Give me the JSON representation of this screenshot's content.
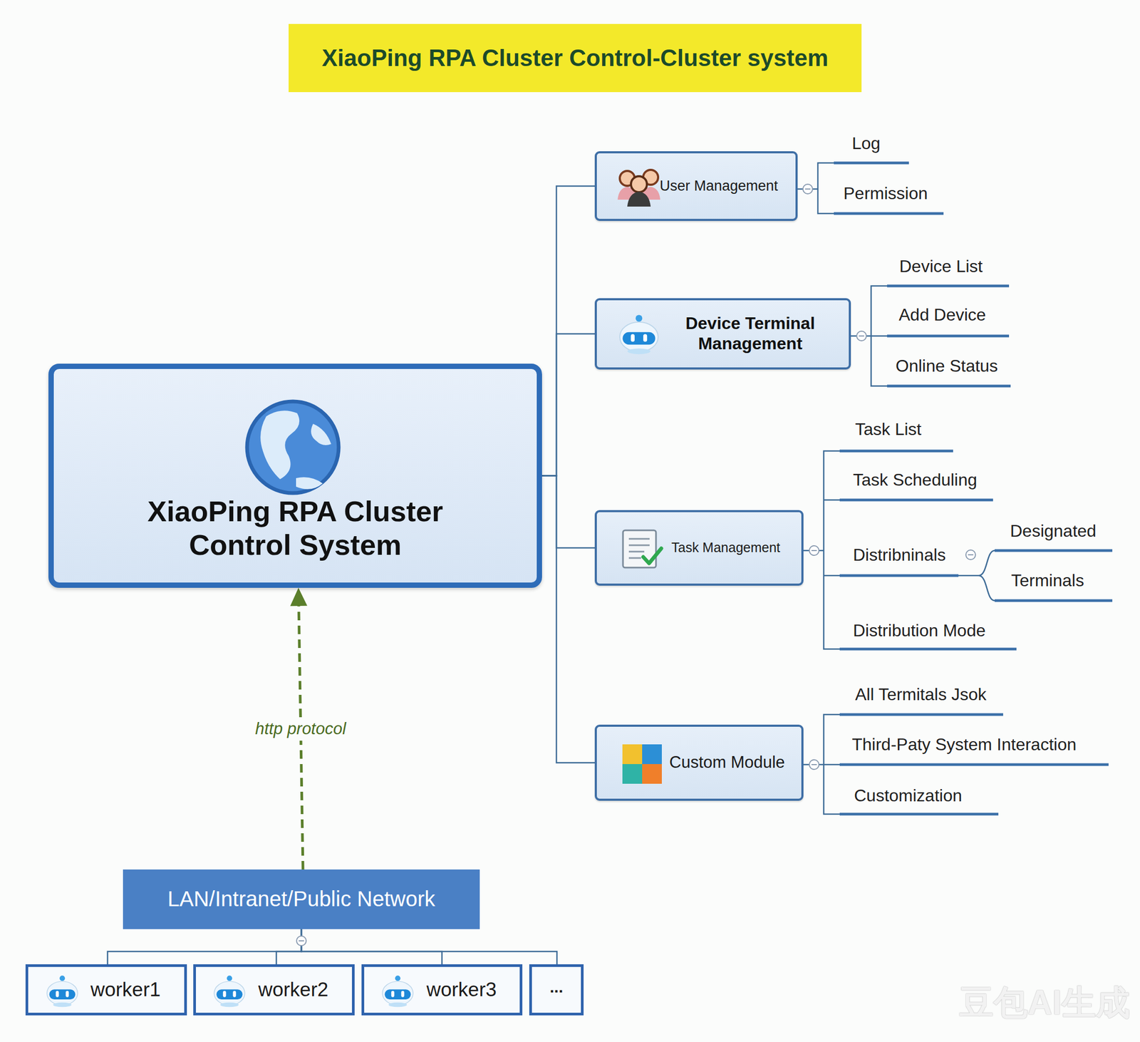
{
  "diagram": {
    "title": "XiaoPing RPA Cluster Control-Cluster system",
    "nodes": [
      {
        "text": [
          "XiaoPing RPA Cluster Control System"
        ]
      },
      {
        "text": [
          "User Management"
        ]
      },
      {
        "text": [
          "Device Terminal Management"
        ]
      },
      {
        "text": [
          "Task Management"
        ]
      },
      {
        "text": [
          "Custom Module"
        ]
      },
      {
        "text": [
          "LAN/Intranet/Public Network"
        ]
      },
      {
        "text": [
          "worker1"
        ]
      },
      {
        "text": [
          "worker2"
        ]
      },
      {
        "text": [
          "worker3"
        ]
      },
      {
        "text": [
          "..."
        ]
      }
    ],
    "edges": [
      {
        "from": 0,
        "to": 1,
        "arrow": "none"
      },
      {
        "from": 0,
        "to": 2,
        "arrow": "none"
      },
      {
        "from": 0,
        "to": 3,
        "arrow": "none"
      },
      {
        "from": 0,
        "to": 4,
        "arrow": "none"
      },
      {
        "from": 5,
        "to": 0,
        "label": "http protocol",
        "arrow": "to"
      },
      {
        "from": 5,
        "to": 6,
        "arrow": "none"
      },
      {
        "from": 5,
        "to": 7,
        "arrow": "none"
      },
      {
        "from": 5,
        "to": 8,
        "arrow": "none"
      },
      {
        "from": 5,
        "to": 9,
        "arrow": "none"
      }
    ],
    "labels": [
      "Log",
      "Permission",
      "Device List",
      "Add Device",
      "Online Status",
      "Task List",
      "Task Scheduling",
      "Distribninals",
      "Designated",
      "Terminals",
      "Distribution Mode",
      "All Termitals Jsok",
      "Third-Paty System Interaction",
      "Customization",
      "豆包AI生成"
    ]
  }
}
